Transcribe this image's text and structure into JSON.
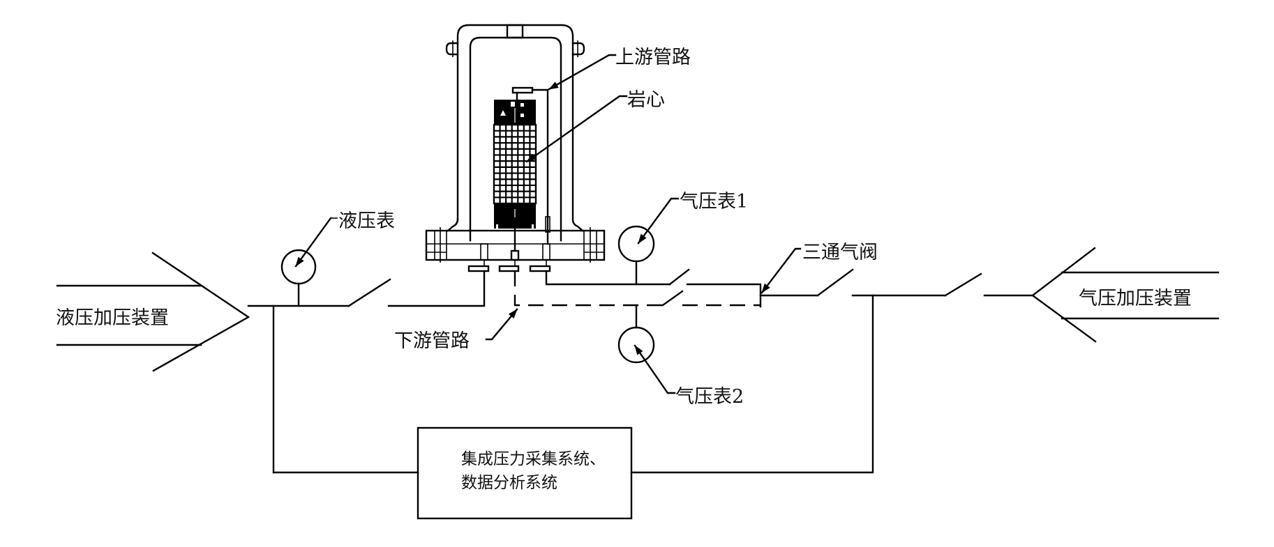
{
  "diagram": {
    "type": "schematic",
    "description": "Core permeability test setup schematic",
    "labels": {
      "hydraulic_device": "液压加压装置",
      "pneumatic_device": "气压加压装置",
      "hydraulic_gauge": "液压表",
      "gas_gauge_1": "气压表1",
      "gas_gauge_2": "气压表2",
      "three_way_valve": "三通气阀",
      "upstream_pipe": "上游管路",
      "downstream_pipe": "下游管路",
      "core": "岩心",
      "daq_line1": "集成压力采集系统、",
      "daq_line2": "数据分析系统"
    },
    "components": [
      {
        "id": "hydraulic-device",
        "label_ref": "hydraulic_device"
      },
      {
        "id": "hydraulic-gauge",
        "label_ref": "hydraulic_gauge"
      },
      {
        "id": "core-holder",
        "label_ref": "core"
      },
      {
        "id": "gas-gauge-1",
        "label_ref": "gas_gauge_1"
      },
      {
        "id": "gas-gauge-2",
        "label_ref": "gas_gauge_2"
      },
      {
        "id": "three-way-valve",
        "label_ref": "three_way_valve"
      },
      {
        "id": "pneumatic-device",
        "label_ref": "pneumatic_device"
      },
      {
        "id": "daq-system",
        "label_ref": "daq_line1"
      }
    ],
    "colors": {
      "line": "#000000",
      "background": "#ffffff"
    }
  }
}
